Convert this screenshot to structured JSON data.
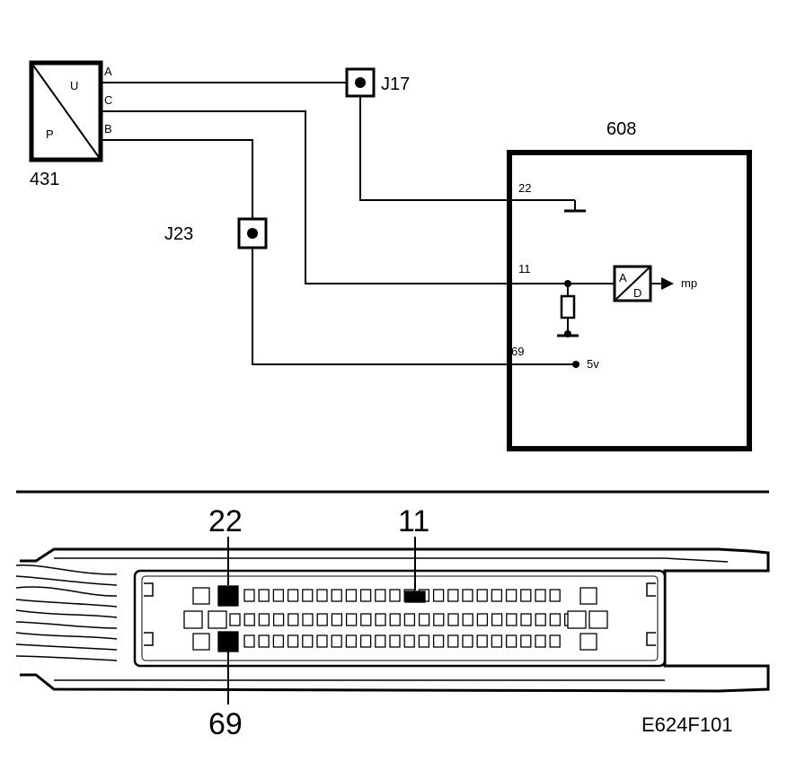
{
  "sensor": {
    "id": "431",
    "inner_top": "U",
    "inner_bottom": "P",
    "pins": {
      "a": "A",
      "c": "C",
      "b": "B"
    }
  },
  "junctions": {
    "j17": "J17",
    "j23": "J23"
  },
  "ecu": {
    "id": "608",
    "pins": {
      "p22": "22",
      "p11": "11",
      "p69": "69"
    },
    "adc": {
      "top": "A",
      "bottom": "D"
    },
    "output": "mp",
    "supply": "5v"
  },
  "connector": {
    "callouts": {
      "top_left": "22",
      "top_right": "11",
      "bottom_left": "69"
    },
    "rows": [
      {
        "row": "top",
        "pin_count": 22
      },
      {
        "row": "middle",
        "pin_count": 24
      },
      {
        "row": "bottom",
        "pin_count": 22
      }
    ],
    "highlighted_pins": [
      {
        "row": "top",
        "pin": "22"
      },
      {
        "row": "top",
        "pin": "11"
      },
      {
        "row": "bottom",
        "pin": "69"
      }
    ]
  },
  "figure_code": "E624F101"
}
